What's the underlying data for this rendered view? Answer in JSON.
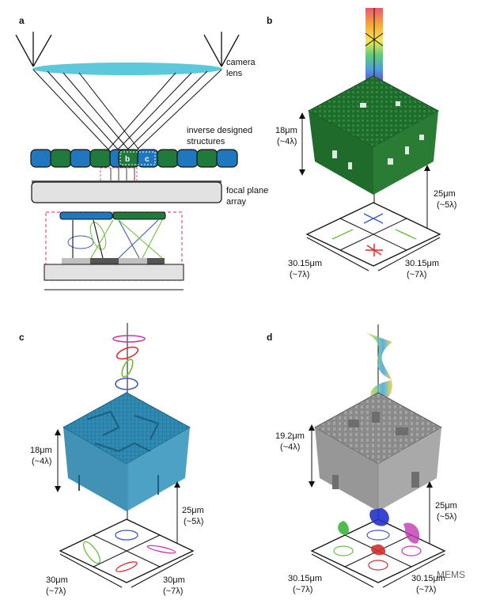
{
  "panels": {
    "a": {
      "letter": "a",
      "camera": "camera",
      "lens": "lens",
      "inverse1": "inverse designed",
      "inverse2": "structures",
      "focal1": "focal plane",
      "focal2": "array",
      "tag_b": "b",
      "tag_c": "c"
    },
    "b": {
      "letter": "b",
      "height1": "18μm",
      "height2": "(~4λ)",
      "gap1": "25μm",
      "gap2": "(~5λ)",
      "wl1": "30.15μm",
      "wl2": "(~7λ)",
      "wr1": "30.15μm",
      "wr2": "(~7λ)"
    },
    "c": {
      "letter": "c",
      "height1": "18μm",
      "height2": "(~4λ)",
      "gap1": "25μm",
      "gap2": "(~5λ)",
      "wl1": "30μm",
      "wl2": "(~7λ)",
      "wr1": "30μm",
      "wr2": "(~7λ)"
    },
    "d": {
      "letter": "d",
      "height1": "19.2μm",
      "height2": "(~4λ)",
      "gap1": "25μm",
      "gap2": "(~5λ)",
      "wl1": "30.15μm",
      "wl2": "(~7λ)",
      "wr1": "30.15μm",
      "wr2": "(~7λ)"
    }
  },
  "watermark": "MEMS",
  "colors": {
    "lens": "#5bc8dc",
    "blue": "#1f77bf",
    "green": "#1f7a3c",
    "dark_green": "#1d5e26",
    "teal_cube": "#2c86ad",
    "gray_cube": "#7f7f7f",
    "pink_dash": "#e0508c",
    "arrow_green": "#6cbf3c",
    "arrow_blue": "#3b5bb5",
    "arrow_red": "#d33030",
    "magenta": "#c03ab0"
  }
}
